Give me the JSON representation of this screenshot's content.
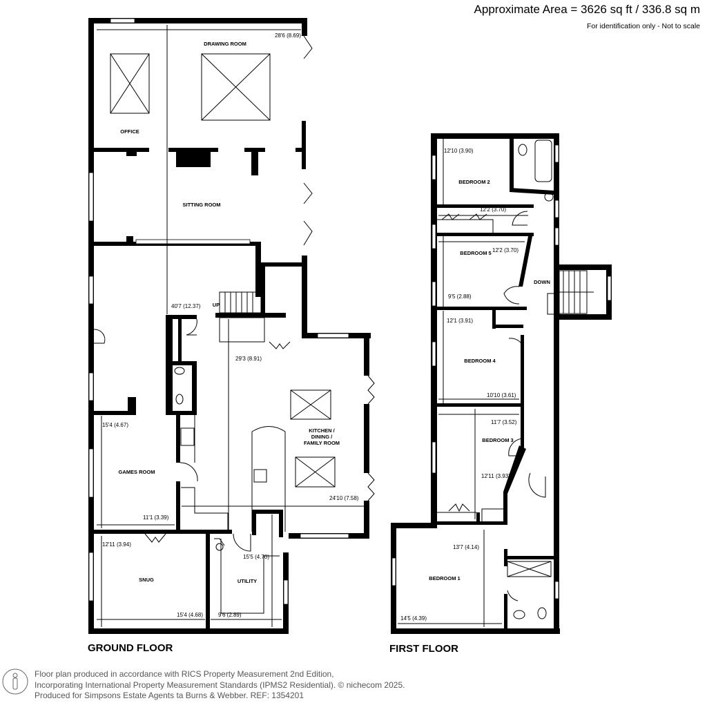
{
  "header": {
    "area": "Approximate Area = 3626 sq ft / 336.8 sq m",
    "note": "For identification only - Not to scale"
  },
  "ground_floor": {
    "title": "GROUND FLOOR",
    "rooms": {
      "drawing_room": "DRAWING ROOM",
      "office": "OFFICE",
      "sitting_room": "SITTING ROOM",
      "kitchen_1": "KITCHEN /",
      "kitchen_2": "DINING /",
      "kitchen_3": "FAMILY ROOM",
      "games_room": "GAMES ROOM",
      "snug": "SNUG",
      "utility": "UTILITY"
    },
    "stair_label": "UP",
    "dims": {
      "drawing_width": "28'6 (8.69)",
      "overall_length": "40'7 (12.37)",
      "kitchen_length": "29'3 (8.91)",
      "kitchen_width": "24'10 (7.58)",
      "games_length": "15'4 (4.67)",
      "games_width": "11'1 (3.39)",
      "snug_length": "12'11 (3.94)",
      "snug_width": "15'4 (4.68)",
      "utility_length": "15'5 (4.70)",
      "utility_width": "9'6 (2.89)"
    }
  },
  "first_floor": {
    "title": "FIRST FLOOR",
    "rooms": {
      "bedroom_1": "BEDROOM 1",
      "bedroom_2": "BEDROOM 2",
      "bedroom_3": "BEDROOM 3",
      "bedroom_4": "BEDROOM 4",
      "bedroom_5": "BEDROOM 5"
    },
    "stair_label": "DOWN",
    "dims": {
      "bed2_length": "12'10 (3.90)",
      "bed2_width": "12'2 (3.70)",
      "bed5_width": "12'2 (3.70)",
      "bed5_length": "9'5 (2.88)",
      "bed4_length": "12'1 (3.91)",
      "bed4_width": "10'10 (3.61)",
      "bed3_width": "11'7 (3.52)",
      "bed3_length": "12'11 (3.93)",
      "bed1_length": "13'7 (4.14)",
      "bed1_width": "14'5 (4.39)"
    }
  },
  "footer": {
    "line1": "Floor plan produced in accordance with RICS Property Measurement 2nd Edition,",
    "line2": "Incorporating International Property Measurement Standards (IPMS2 Residential).   © nichecom 2025.",
    "line3": "Produced for Simpsons Estate Agents ta Burns & Webber.   REF:  1354201"
  }
}
